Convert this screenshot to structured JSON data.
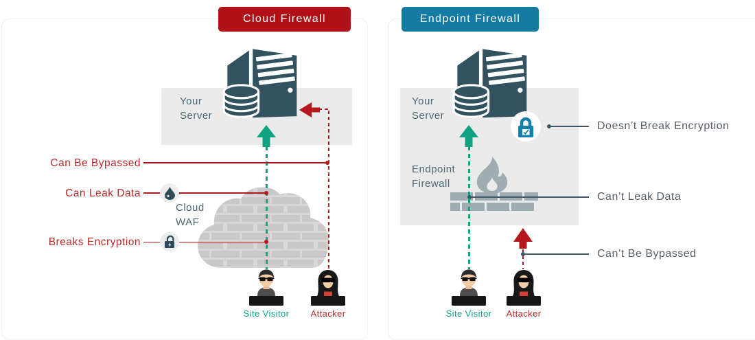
{
  "diagram": {
    "left": {
      "header": "Cloud Firewall",
      "server_label": "Your Server",
      "waf_label": "Cloud WAF",
      "bypass_label": "Can Be Bypassed",
      "leak_label": "Can Leak Data",
      "encryption_label": "Breaks Encryption",
      "visitor_label": "Site Visitor",
      "attacker_label": "Attacker"
    },
    "right": {
      "header": "Endpoint Firewall",
      "server_label": "Your Server",
      "firewall_label": "Endpoint Firewall",
      "encryption_label": "Doesn’t Break Encryption",
      "leak_label": "Can’t Leak Data",
      "bypass_label": "Can’t Be Bypassed",
      "visitor_label": "Site Visitor",
      "attacker_label": "Attacker"
    },
    "colors": {
      "cloud_header_bg": "#b01116",
      "endpoint_header_bg": "#147ba3",
      "danger_red": "#b5181c",
      "safe_teal": "#0fa383",
      "server_slate": "#33525f",
      "panel_gray": "#ebebeb",
      "cloud_gray": "#c9c9c9",
      "firewall_icon_gray": "#9fadb3",
      "lock_blue": "#1580aa"
    }
  }
}
